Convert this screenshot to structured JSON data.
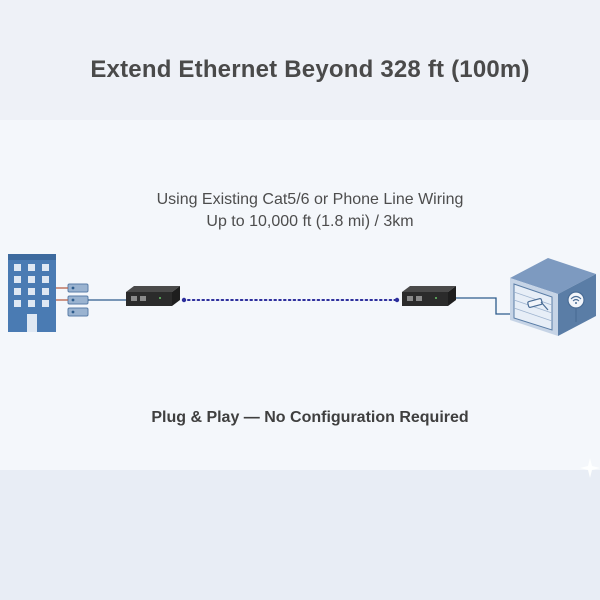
{
  "title": "Extend Ethernet Beyond 328 ft (100m)",
  "subtitle_line1": "Using Existing Cat5/6 or Phone Line Wiring",
  "subtitle_line2": "Up to 10,000 ft (1.8 mi) / 3km",
  "footer": "Plug & Play — No Configuration Required",
  "icons": {
    "left": "office-building-with-server-icon",
    "extender_left": "ethernet-extender-device-icon",
    "link": "dotted-cable-link",
    "extender_right": "ethernet-extender-device-icon",
    "right": "garage-with-camera-and-wifi-icon",
    "corner": "sparkle-icon"
  },
  "colors": {
    "building": "#4a7bb3",
    "link_dots": "#2c2e9c",
    "device": "#2b2b2b",
    "cable": "#2d5c8c",
    "garage": "#5a7da6"
  }
}
